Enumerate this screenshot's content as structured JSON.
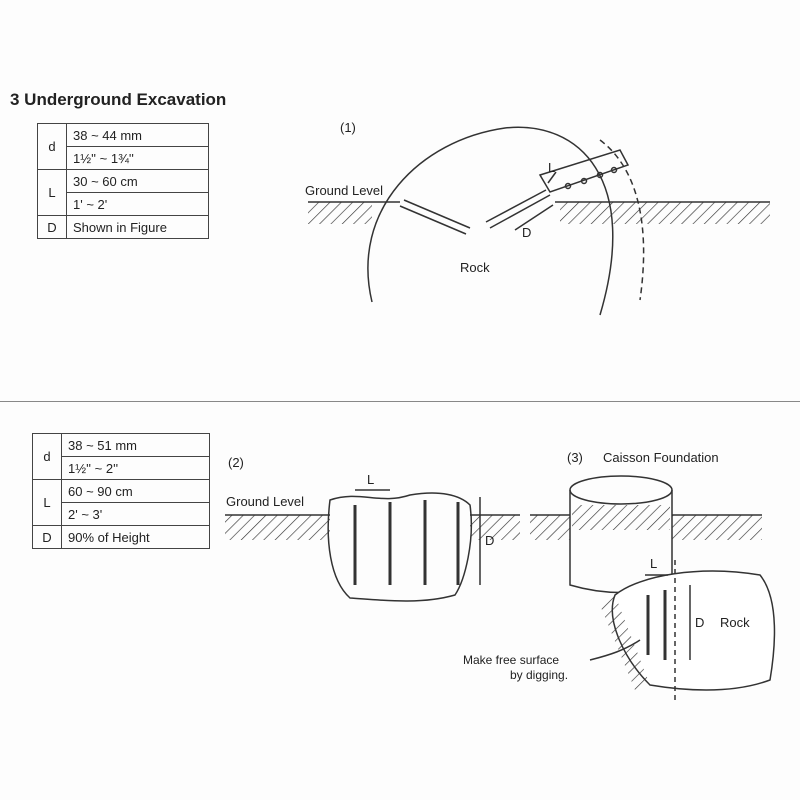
{
  "title": "3  Underground Excavation",
  "table1": [
    {
      "key": "d",
      "values": [
        "38 ~ 44 mm",
        "1½'' ~ 1¾''"
      ]
    },
    {
      "key": "L",
      "values": [
        "30 ~ 60 cm",
        "1' ~ 2'"
      ]
    },
    {
      "key": "D",
      "values": [
        "Shown in Figure"
      ]
    }
  ],
  "table2": [
    {
      "key": "d",
      "values": [
        "38 ~ 51 mm",
        "1½'' ~ 2''"
      ]
    },
    {
      "key": "L",
      "values": [
        "60 ~ 90 cm",
        "2' ~ 3'"
      ]
    },
    {
      "key": "D",
      "values": [
        "90% of Height"
      ]
    }
  ],
  "fig1": {
    "num": "(1)",
    "ground": "Ground Level",
    "rock": "Rock",
    "L": "L",
    "D": "D"
  },
  "fig2": {
    "num": "(2)",
    "ground": "Ground Level",
    "L": "L",
    "D": "D"
  },
  "fig3": {
    "num": "(3)",
    "title": "Caisson Foundation",
    "L": "L",
    "D": "D",
    "rock": "Rock",
    "note1": "Make free surface",
    "note2": "by digging."
  }
}
